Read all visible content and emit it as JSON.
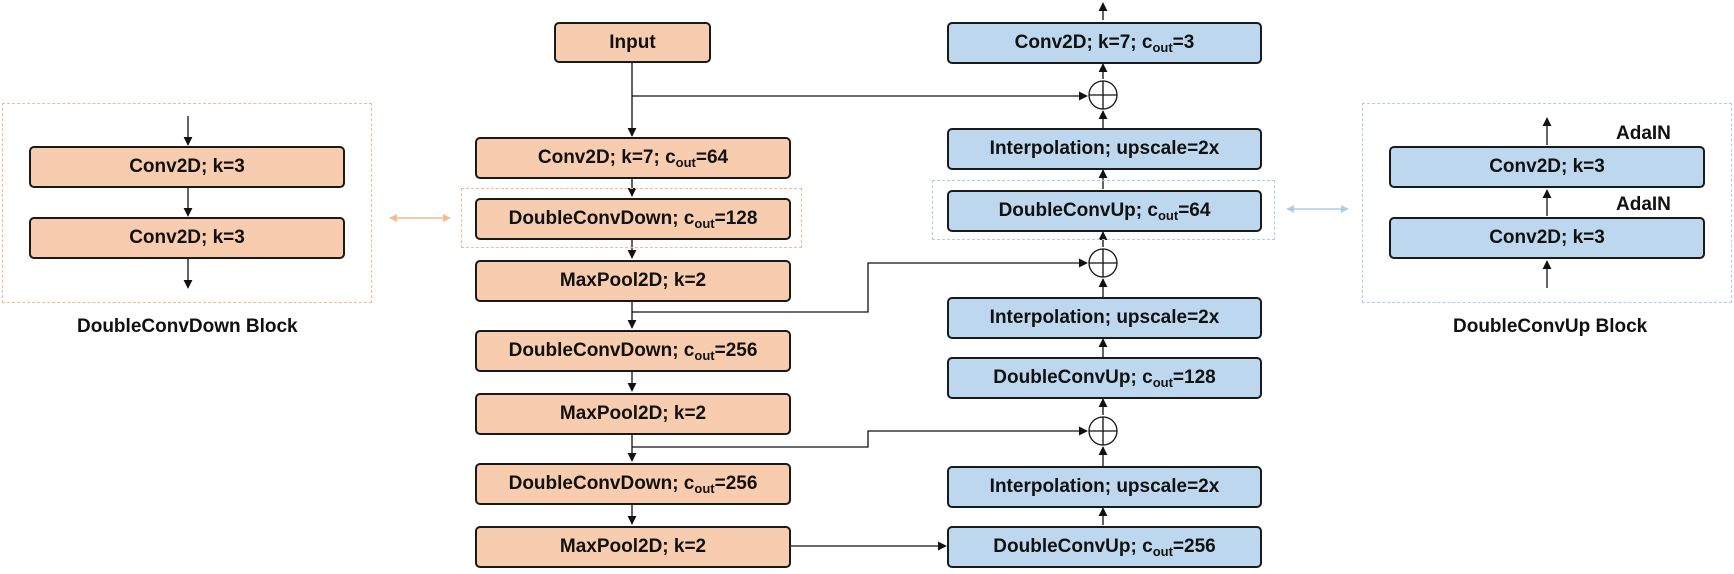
{
  "colors": {
    "down_fill": "#f8ccae",
    "up_fill": "#bcd7ee",
    "outline": "#1a1a1a",
    "down_dash": "#f5b98c",
    "up_dash": "#a9cfee"
  },
  "encoder": {
    "input": "Input",
    "conv_in": {
      "prefix": "Conv2D; k=7; c",
      "sub": "out",
      "suffix": "=64"
    },
    "down1": {
      "prefix": "DoubleConvDown; c",
      "sub": "out",
      "suffix": "=128"
    },
    "pool1": "MaxPool2D; k=2",
    "down2": {
      "prefix": "DoubleConvDown; c",
      "sub": "out",
      "suffix": "=256"
    },
    "pool2": "MaxPool2D; k=2",
    "down3": {
      "prefix": "DoubleConvDown; c",
      "sub": "out",
      "suffix": "=256"
    },
    "pool3": "MaxPool2D; k=2"
  },
  "decoder": {
    "conv_out": {
      "prefix": "Conv2D; k=7; c",
      "sub": "out",
      "suffix": "=3"
    },
    "interp1": "Interpolation; upscale=2x",
    "up1": {
      "prefix": "DoubleConvUp; c",
      "sub": "out",
      "suffix": "=64"
    },
    "interp2": "Interpolation; upscale=2x",
    "up2": {
      "prefix": "DoubleConvUp; c",
      "sub": "out",
      "suffix": "=128"
    },
    "interp3": "Interpolation; upscale=2x",
    "up3": {
      "prefix": "DoubleConvUp; c",
      "sub": "out",
      "suffix": "=256"
    }
  },
  "down_block": {
    "conv1": "Conv2D; k=3",
    "conv2": "Conv2D; k=3",
    "caption": "DoubleConvDown Block"
  },
  "up_block": {
    "conv1": "Conv2D; k=3",
    "conv2": "Conv2D; k=3",
    "adain1": "AdaIN",
    "adain2": "AdaIN",
    "caption": "DoubleConvUp Block"
  }
}
